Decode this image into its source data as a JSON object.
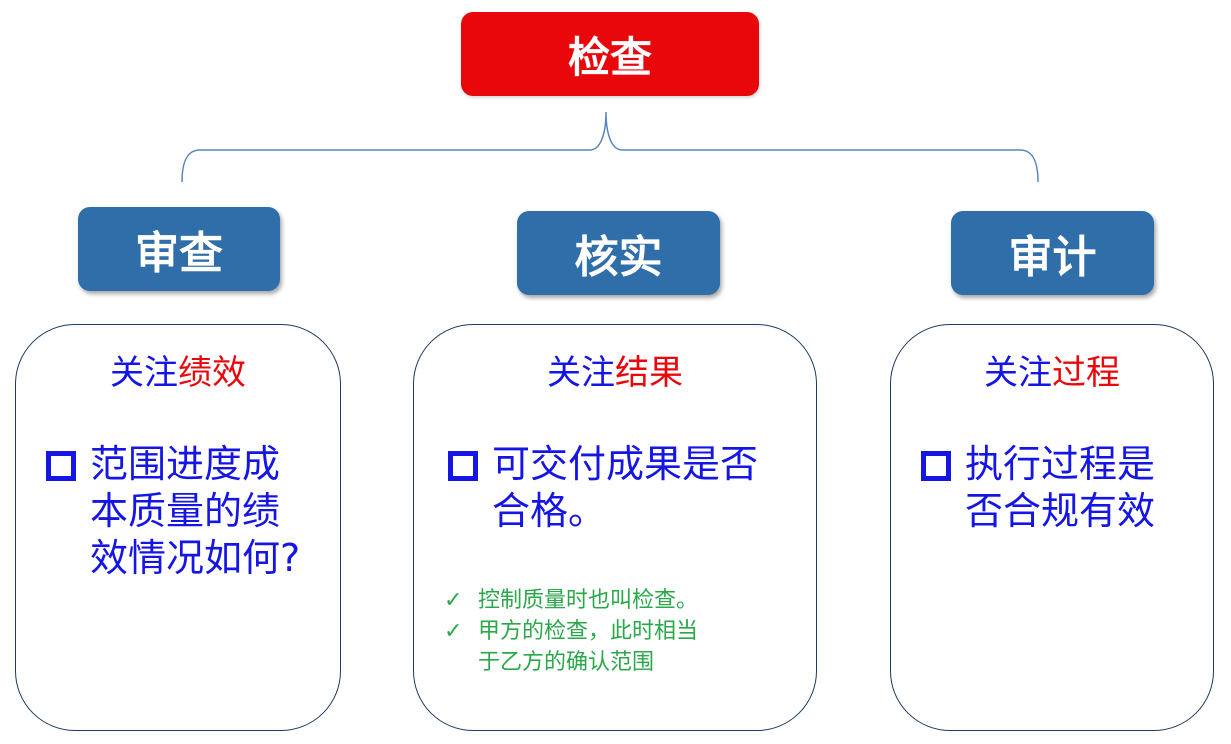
{
  "root": {
    "label": "检查"
  },
  "categories": [
    {
      "label": "审查",
      "focus_prefix": "关注",
      "focus_highlight": "绩效",
      "bullet_lines": [
        "范围进度成",
        "本质量的绩",
        "效情况如何?"
      ]
    },
    {
      "label": "核实",
      "focus_prefix": "关注",
      "focus_highlight": "结果",
      "bullet_lines": [
        "可交付成果是否",
        "合格。"
      ],
      "notes": [
        {
          "icon": "check-icon",
          "lines": [
            "控制质量时也叫检查。"
          ]
        },
        {
          "icon": "check-icon",
          "lines": [
            "甲方的检查，此时相当",
            "于乙方的确认范围"
          ]
        }
      ]
    },
    {
      "label": "审计",
      "focus_prefix": "关注",
      "focus_highlight": "过程",
      "bullet_lines": [
        "执行过程是",
        "否合规有效"
      ]
    }
  ],
  "colors": {
    "root_fill": "#e8080c",
    "category_fill": "#2f6ea9",
    "text_blue": "#1515e6",
    "text_red": "#e8080c",
    "note_green": "#2aa84a"
  }
}
